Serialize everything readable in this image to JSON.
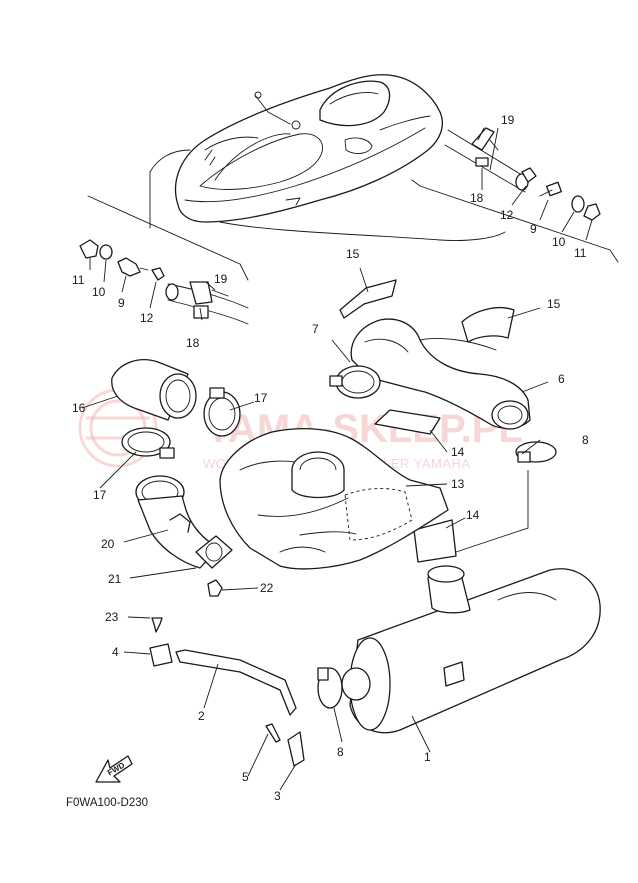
{
  "diagram": {
    "code": "F0WA100-D230",
    "fwd_label": "FWD",
    "watermark": {
      "brand": "YAMA-SKLEP.PL",
      "subtitle": "WONDECO WOJCICZ | DEALER YAMAHA"
    },
    "callouts": {
      "c1": "1",
      "c2": "2",
      "c3": "3",
      "c4": "4",
      "c5": "5",
      "c6": "6",
      "c7": "7",
      "c8a": "8",
      "c8b": "8",
      "c9a": "9",
      "c9b": "9",
      "c10a": "10",
      "c10b": "10",
      "c11a": "11",
      "c11b": "11",
      "c12a": "12",
      "c12b": "12",
      "c13": "13",
      "c14a": "14",
      "c14b": "14",
      "c15a": "15",
      "c15b": "15",
      "c16": "16",
      "c17a": "17",
      "c17b": "17",
      "c18a": "18",
      "c18b": "18",
      "c19a": "19",
      "c19b": "19",
      "c20": "20",
      "c21": "21",
      "c22": "22",
      "c23": "23"
    }
  }
}
